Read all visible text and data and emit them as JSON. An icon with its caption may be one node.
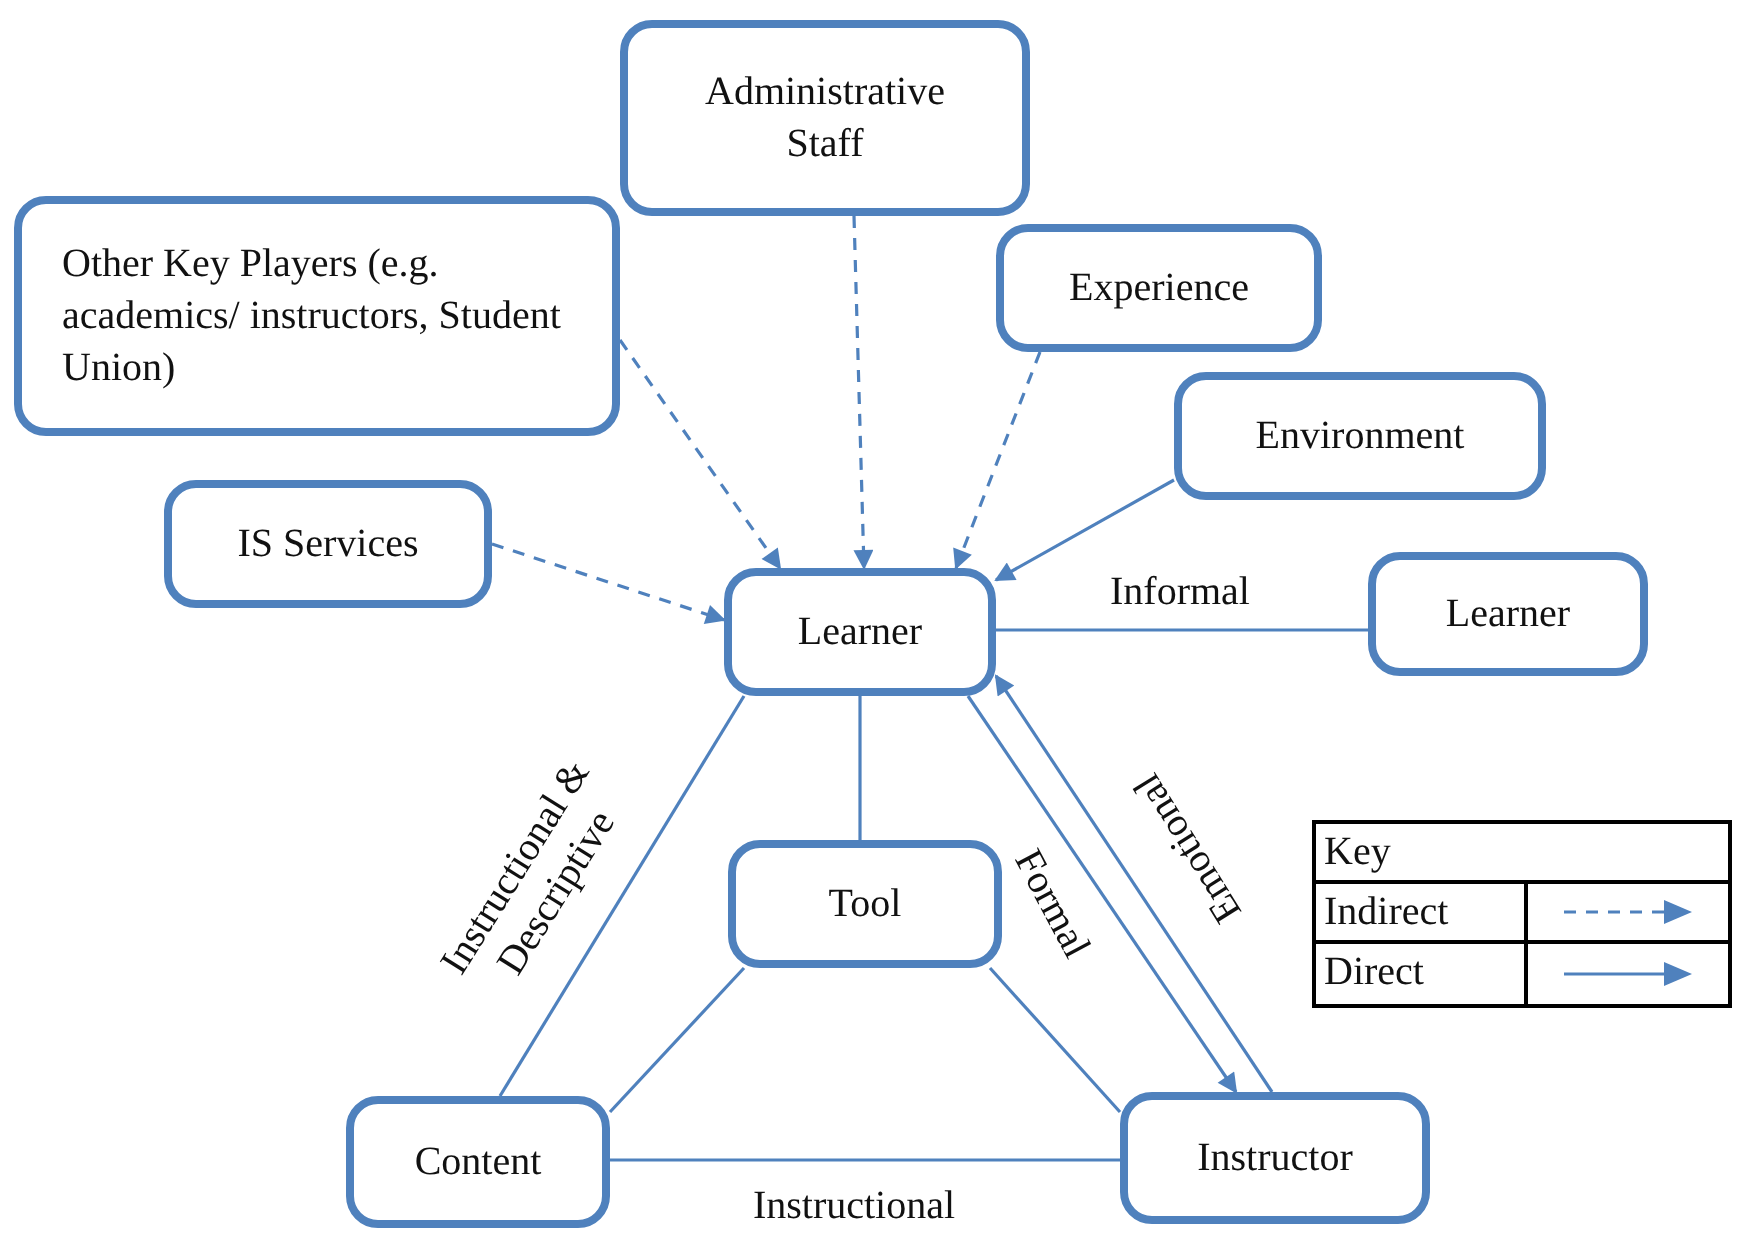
{
  "diagram": {
    "nodes": [
      {
        "text": [
          "Administrative Staff"
        ]
      },
      {
        "text": [
          "Other Key Players (e.g. academics/ instructors, Student Union)"
        ]
      },
      {
        "text": [
          "Experience"
        ]
      },
      {
        "text": [
          "Environment"
        ]
      },
      {
        "text": [
          "IS Services"
        ]
      },
      {
        "text": [
          "Learner"
        ]
      },
      {
        "text": [
          "Learner"
        ]
      },
      {
        "text": [
          "Tool"
        ]
      },
      {
        "text": [
          "Content"
        ]
      },
      {
        "text": [
          "Instructor"
        ]
      }
    ],
    "edges": [
      {
        "from": 0,
        "to": 5,
        "arrow": "to",
        "style": "dashed"
      },
      {
        "from": 1,
        "to": 5,
        "arrow": "to",
        "style": "dashed"
      },
      {
        "from": 2,
        "to": 5,
        "arrow": "to",
        "style": "dashed"
      },
      {
        "from": 3,
        "to": 5,
        "arrow": "to"
      },
      {
        "from": 4,
        "to": 5,
        "arrow": "to",
        "style": "dashed"
      },
      {
        "from": 5,
        "to": 6,
        "arrow": "none",
        "label": "Informal"
      },
      {
        "from": 5,
        "to": 8,
        "arrow": "none",
        "label": "Instructional & Descriptive"
      },
      {
        "from": 5,
        "to": 7,
        "arrow": "none"
      },
      {
        "from": 5,
        "to": 9,
        "arrow": "to",
        "label": "Formal"
      },
      {
        "from": 9,
        "to": 5,
        "arrow": "to",
        "label": "Emotional"
      },
      {
        "from": 7,
        "to": 8,
        "arrow": "none"
      },
      {
        "from": 7,
        "to": 9,
        "arrow": "none"
      },
      {
        "from": 8,
        "to": 9,
        "arrow": "none",
        "label": "Instructional"
      }
    ],
    "labels": [
      "Key"
    ],
    "legend": [
      {
        "text": "Indirect"
      },
      {
        "text": "Direct"
      }
    ]
  }
}
